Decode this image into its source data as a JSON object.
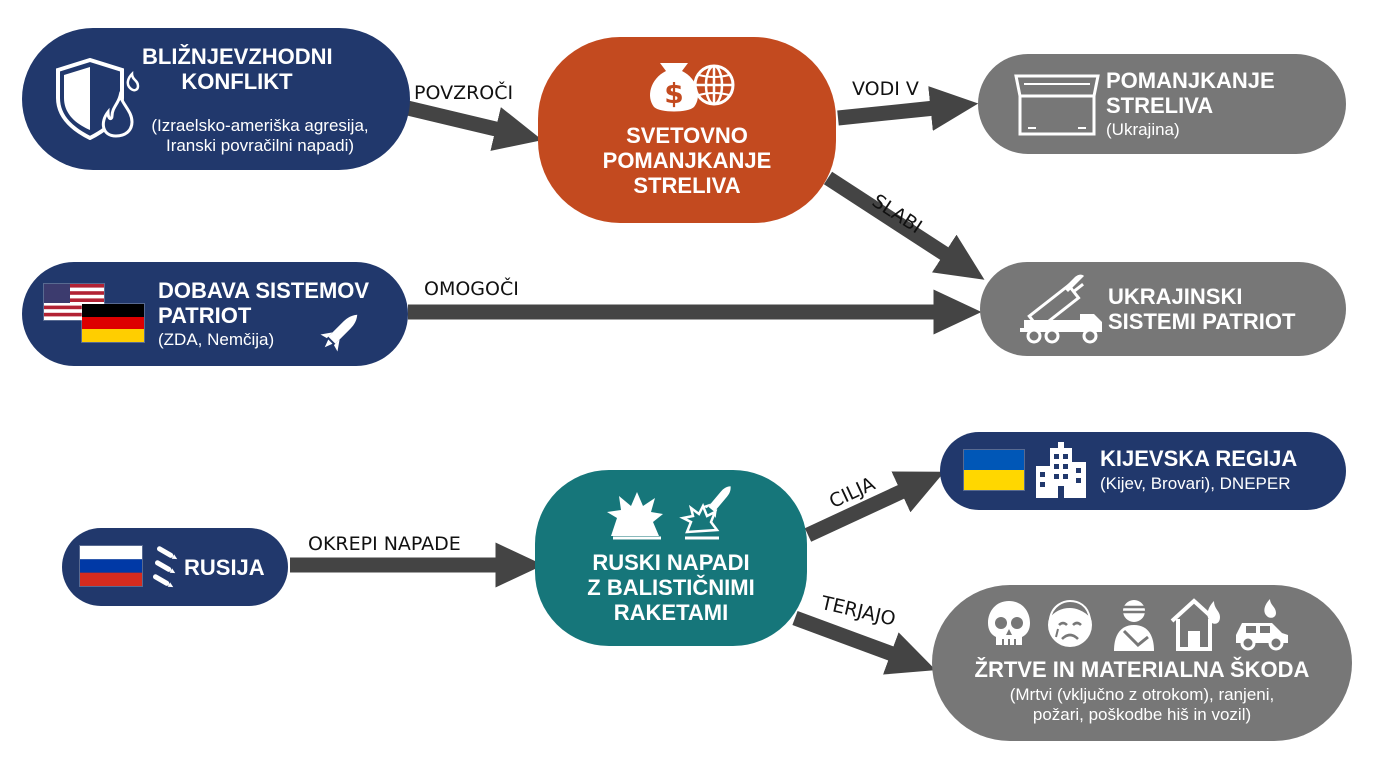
{
  "nodes": {
    "middle_east": {
      "title": "BLIŽNJEVZHODNI\nKONFLIKT",
      "sub": "(Izraelsko-ameriška agresija,\nIranski povračilni napadi)"
    },
    "global_shortage": {
      "title": "SVETOVNO\nPOMANJKANJE\nSTRELIVA"
    },
    "ukraine_shortage": {
      "title": "POMANJKANJE\nSTRELIVA",
      "sub": "(Ukrajina)"
    },
    "patriot_supply": {
      "title": "DOBAVA SISTEMOV\nPATRIOT",
      "sub": "(ZDA, Nemčija)"
    },
    "ukraine_patriot": {
      "title": "UKRAJINSKI\nSISTEMI PATRIOT"
    },
    "russia": {
      "title": "RUSIJA"
    },
    "ballistic_attacks": {
      "title": "RUSKI NAPADI\nZ BALISTIČNIMI\nRAKETAMI"
    },
    "kyiv_region": {
      "title": "KIJEVSKA REGIJA",
      "sub": "(Kijev, Brovari), DNEPER"
    },
    "casualties": {
      "title": "ŽRTVE IN MATERIALNA ŠKODA",
      "sub": "(Mrtvi (vključno z otrokom), ranjeni,\npožari, poškodbe hiš in vozil)"
    }
  },
  "edges": {
    "povzroci": "POVZROČI",
    "vodi_v": "VODI V",
    "slabi": "SLABI",
    "omogoci": "OMOGOČI",
    "okrepi_napade": "OKREPI NAPADE",
    "cilja": "CILJA",
    "terjajo": "TERJAJO"
  },
  "icons": {
    "middle_east": "shield-fire-icon",
    "global_shortage": "money-bag-globe-icon",
    "ukraine_shortage": "empty-crate-icon",
    "patriot_supply": "missile-icon",
    "ukraine_patriot": "patriot-launcher-icon",
    "russia": "missiles-icon",
    "ballistic_attacks": "explosion-missile-icon",
    "kyiv_region": "city-buildings-icon",
    "casualties": [
      "skull-icon",
      "crying-face-icon",
      "injured-person-icon",
      "burning-house-icon",
      "burning-car-icon"
    ]
  },
  "colors": {
    "navy": "#21386c",
    "gray": "#777777",
    "orange": "#c34a1f",
    "teal": "#16767a",
    "arrow": "#444444"
  }
}
